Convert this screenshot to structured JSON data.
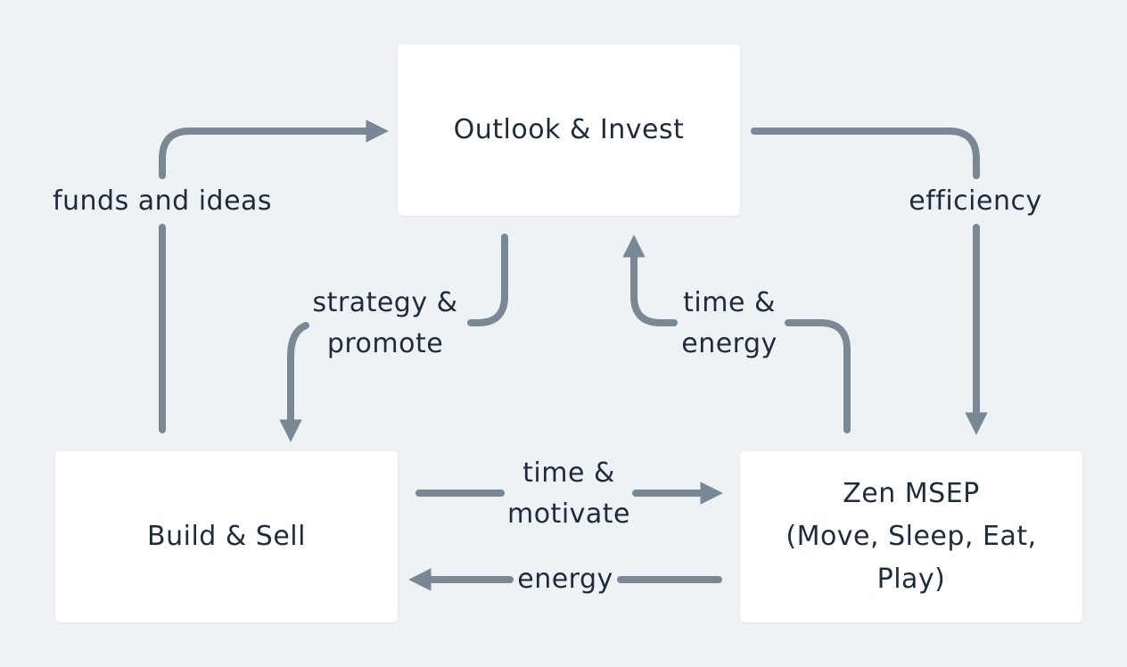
{
  "colors": {
    "background": "#eff2f5",
    "node_fill": "#ffffff",
    "arrow": "#7a8895",
    "text": "#1f2b3a"
  },
  "nodes": {
    "outlook": {
      "label": "Outlook & Invest"
    },
    "build": {
      "label": "Build & Sell"
    },
    "zen": {
      "lines": [
        "Zen MSEP",
        "(Move, Sleep, Eat,",
        "Play)"
      ]
    }
  },
  "edges": {
    "funds": {
      "lines": [
        "funds and ideas"
      ]
    },
    "efficiency": {
      "lines": [
        "efficiency"
      ]
    },
    "strategy": {
      "lines": [
        "strategy &",
        "promote"
      ]
    },
    "time_energy": {
      "lines": [
        "time &",
        "energy"
      ]
    },
    "time_motivate": {
      "lines": [
        "time &",
        "motivate"
      ]
    },
    "energy": {
      "lines": [
        "energy"
      ]
    }
  }
}
